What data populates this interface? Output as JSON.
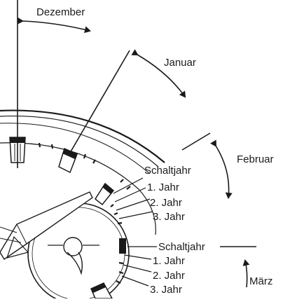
{
  "labels": {
    "december": "Dezember",
    "january": "Januar",
    "february": "Februar",
    "march": "März",
    "leap_year_upper": "Schaltjahr",
    "year1_upper": "1. Jahr",
    "year2_upper": "2. Jahr",
    "year3_upper": "3. Jahr",
    "leap_year_lower": "Schaltjahr",
    "year1_lower": "1. Jahr",
    "year2_lower": "2. Jahr",
    "year3_lower": "3. Jahr"
  },
  "colors": {
    "ink": "#1a1a1a",
    "background": "#ffffff"
  }
}
